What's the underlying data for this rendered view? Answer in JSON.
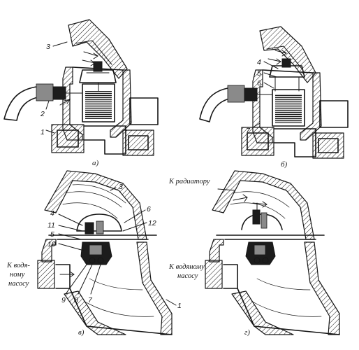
{
  "captions": {
    "a": "а)",
    "b": "б)",
    "c": "в)",
    "d": "г)"
  },
  "labels": {
    "a": [
      "3",
      "2",
      "1"
    ],
    "b": [
      "4",
      "5",
      "6",
      "7"
    ],
    "c": [
      "3",
      "4",
      "11",
      "5",
      "10",
      "9",
      "8",
      "7",
      "6",
      "12",
      "1"
    ]
  },
  "notes": {
    "c_pump": [
      "К водя-",
      "ному",
      "насосу"
    ],
    "d_radiator": "К радиатору",
    "d_pump": [
      "К водяному",
      "насосу"
    ]
  }
}
